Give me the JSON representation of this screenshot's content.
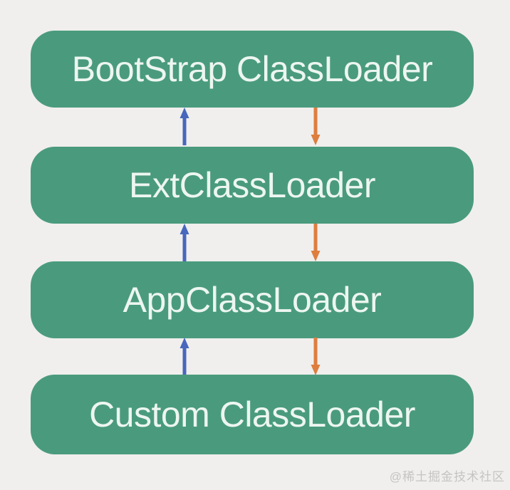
{
  "colors": {
    "background": "#f0efed",
    "node-fill": "#4a9b7d",
    "node-text": "#edf6f1",
    "arrow-up": "#4767bd",
    "arrow-down": "#dd7e3e",
    "watermark": "#c6c4c2"
  },
  "diagram": {
    "type": "flow-hierarchy",
    "nodes": [
      {
        "label": "BootStrap ClassLoader"
      },
      {
        "label": "ExtClassLoader"
      },
      {
        "label": "AppClassLoader"
      },
      {
        "label": "Custom ClassLoader"
      }
    ],
    "arrows": [
      {
        "between": [
          "ExtClassLoader",
          "BootStrap ClassLoader"
        ],
        "direction": "up",
        "color": "#4767bd"
      },
      {
        "between": [
          "BootStrap ClassLoader",
          "ExtClassLoader"
        ],
        "direction": "down",
        "color": "#dd7e3e"
      },
      {
        "between": [
          "AppClassLoader",
          "ExtClassLoader"
        ],
        "direction": "up",
        "color": "#4767bd"
      },
      {
        "between": [
          "ExtClassLoader",
          "AppClassLoader"
        ],
        "direction": "down",
        "color": "#dd7e3e"
      },
      {
        "between": [
          "Custom ClassLoader",
          "AppClassLoader"
        ],
        "direction": "up",
        "color": "#4767bd"
      },
      {
        "between": [
          "AppClassLoader",
          "Custom ClassLoader"
        ],
        "direction": "down",
        "color": "#dd7e3e"
      }
    ]
  },
  "watermark": {
    "text": "@稀土掘金技术社区"
  }
}
